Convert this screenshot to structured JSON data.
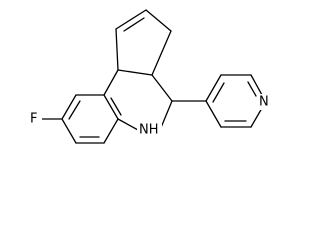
{
  "molecule": {
    "atom_labels": {
      "fluorine": "F",
      "amine": "NH",
      "pyridine_nitrogen": "N"
    }
  }
}
